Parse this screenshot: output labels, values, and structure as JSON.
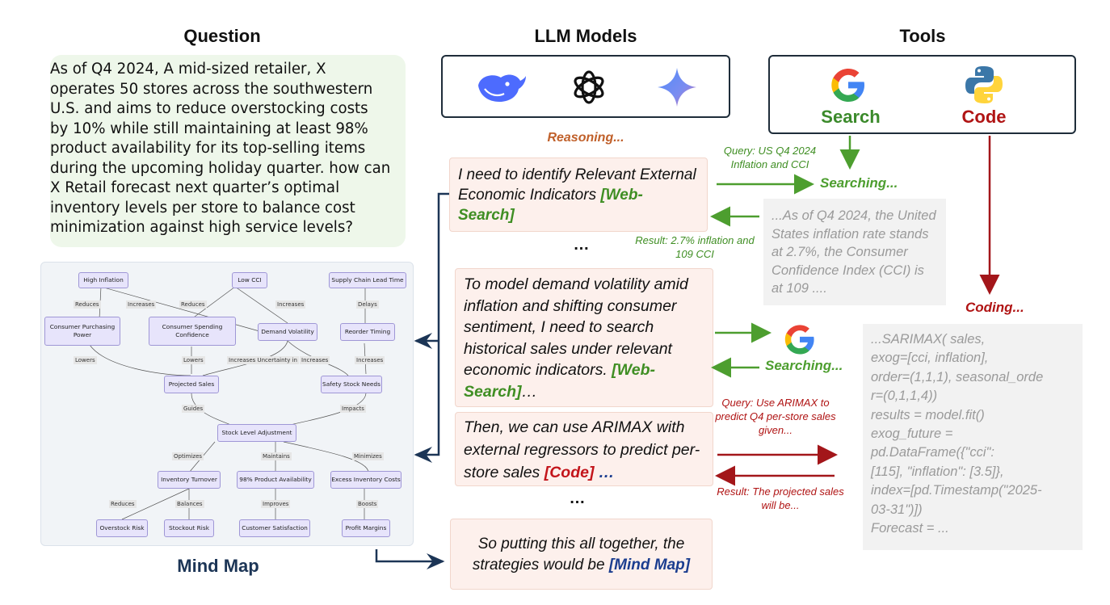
{
  "headers": {
    "question": "Question",
    "models": "LLM Models",
    "tools": "Tools"
  },
  "question": {
    "lines": [
      "As of Q4 2024, A mid-sized retailer, X",
      "operates 50 stores across the southwestern",
      "U.S. and aims to reduce overstocking costs",
      "by 10% while still maintaining at least 98%",
      "product availability for its top-selling items",
      "during the upcoming holiday quarter. how can",
      "X Retail forecast next quarter’s optimal",
      "inventory levels per store to balance cost",
      "minimization against high service levels?"
    ]
  },
  "models": {
    "icons": [
      "deepseek-whale-icon",
      "openai-knot-icon",
      "gemini-sparkle-icon"
    ]
  },
  "tools": {
    "search_label": "Search",
    "code_label": "Code"
  },
  "reasoning_label": "Reasoning...",
  "steps": {
    "s1": {
      "text": "I need to identify Relevant External Economic Indicators ",
      "tag": "[Web-Search]"
    },
    "dots1": "…",
    "s2": {
      "text": "To model demand volatility amid inflation and shifting consumer sentiment, I need to search historical sales under relevant economic indicators. ",
      "tag": "[Web-Search]",
      "tail": "…"
    },
    "s3": {
      "text": "Then, we can use ARIMAX with external regressors to predict per-store sales ",
      "tag": "[Code]",
      "tail": " …"
    },
    "dots2": "…",
    "s4": {
      "text": "So putting this all together, the strategies would be ",
      "tag": "[Mind Map]"
    }
  },
  "search_flow": {
    "query": "Query: US Q4 2024 Inflation and CCI",
    "searching1": "Searching...",
    "result_box": "...As of Q4 2024, the United States inflation rate stands at 2.7%, the Consumer Confidence Index (CCI) is at 109 ....",
    "result": "Result: 2.7% inflation and 109 CCI",
    "searching2": "Searching..."
  },
  "code_flow": {
    "coding": "Coding...",
    "query": "Query: Use ARIMAX to predict Q4 per-store sales given...",
    "result": "Result: The projected sales will be...",
    "code_lines": [
      "...SARIMAX( sales,",
      "exog=[cci,  inflation],",
      "order=(1,1,1),  seasonal_orde",
      "r=(0,1,1,4))",
      "results = model.fit()",
      "exog_future =",
      "pd.DataFrame({\"cci\":",
      "[115], \"inflation\": [3.5]},",
      "index=[pd.Timestamp(\"2025-",
      "03-31\")])",
      "Forecast = ..."
    ]
  },
  "mind_map": {
    "caption": "Mind Map",
    "nodes": {
      "high_inflation": "High Inflation",
      "low_cci": "Low CCI",
      "supply_chain": "Supply Chain Lead Time",
      "purchasing_power": "Consumer Purchasing Power",
      "spending_confidence": "Consumer Spending Confidence",
      "demand_volatility": "Demand Volatility",
      "reorder_timing": "Reorder Timing",
      "projected_sales": "Projected Sales",
      "safety_stock": "Safety Stock Needs",
      "stock_adjustment": "Stock Level Adjustment",
      "inventory_turnover": "Inventory Turnover",
      "product_availability": "98% Product Availability",
      "excess_costs": "Excess Inventory Costs",
      "overstock_risk": "Overstock Risk",
      "stockout_risk": "Stockout Risk",
      "customer_satisfaction": "Customer Satisfaction",
      "profit_margins": "Profit Margins"
    },
    "edges": {
      "reduces1": "Reduces",
      "increases1": "Increases",
      "reduces2": "Reduces",
      "increases2": "Increases",
      "delays": "Delays",
      "lowers1": "Lowers",
      "lowers2": "Lowers",
      "increases_uncertainty": "Increases Uncertainty in",
      "increases3": "Increases",
      "increases4": "Increases",
      "guides": "Guides",
      "impacts": "Impacts",
      "optimizes": "Optimizes",
      "maintains": "Maintains",
      "minimizes": "Minimizes",
      "reduces3": "Reduces",
      "balances": "Balances",
      "improves": "Improves",
      "boosts": "Boosts"
    }
  },
  "colors": {
    "green": "#4d9e2f",
    "red": "#b01414",
    "navy": "#1c3556",
    "orange": "#c0602a",
    "reason_bg": "#fdf0ec",
    "question_bg": "#eef7ea"
  }
}
